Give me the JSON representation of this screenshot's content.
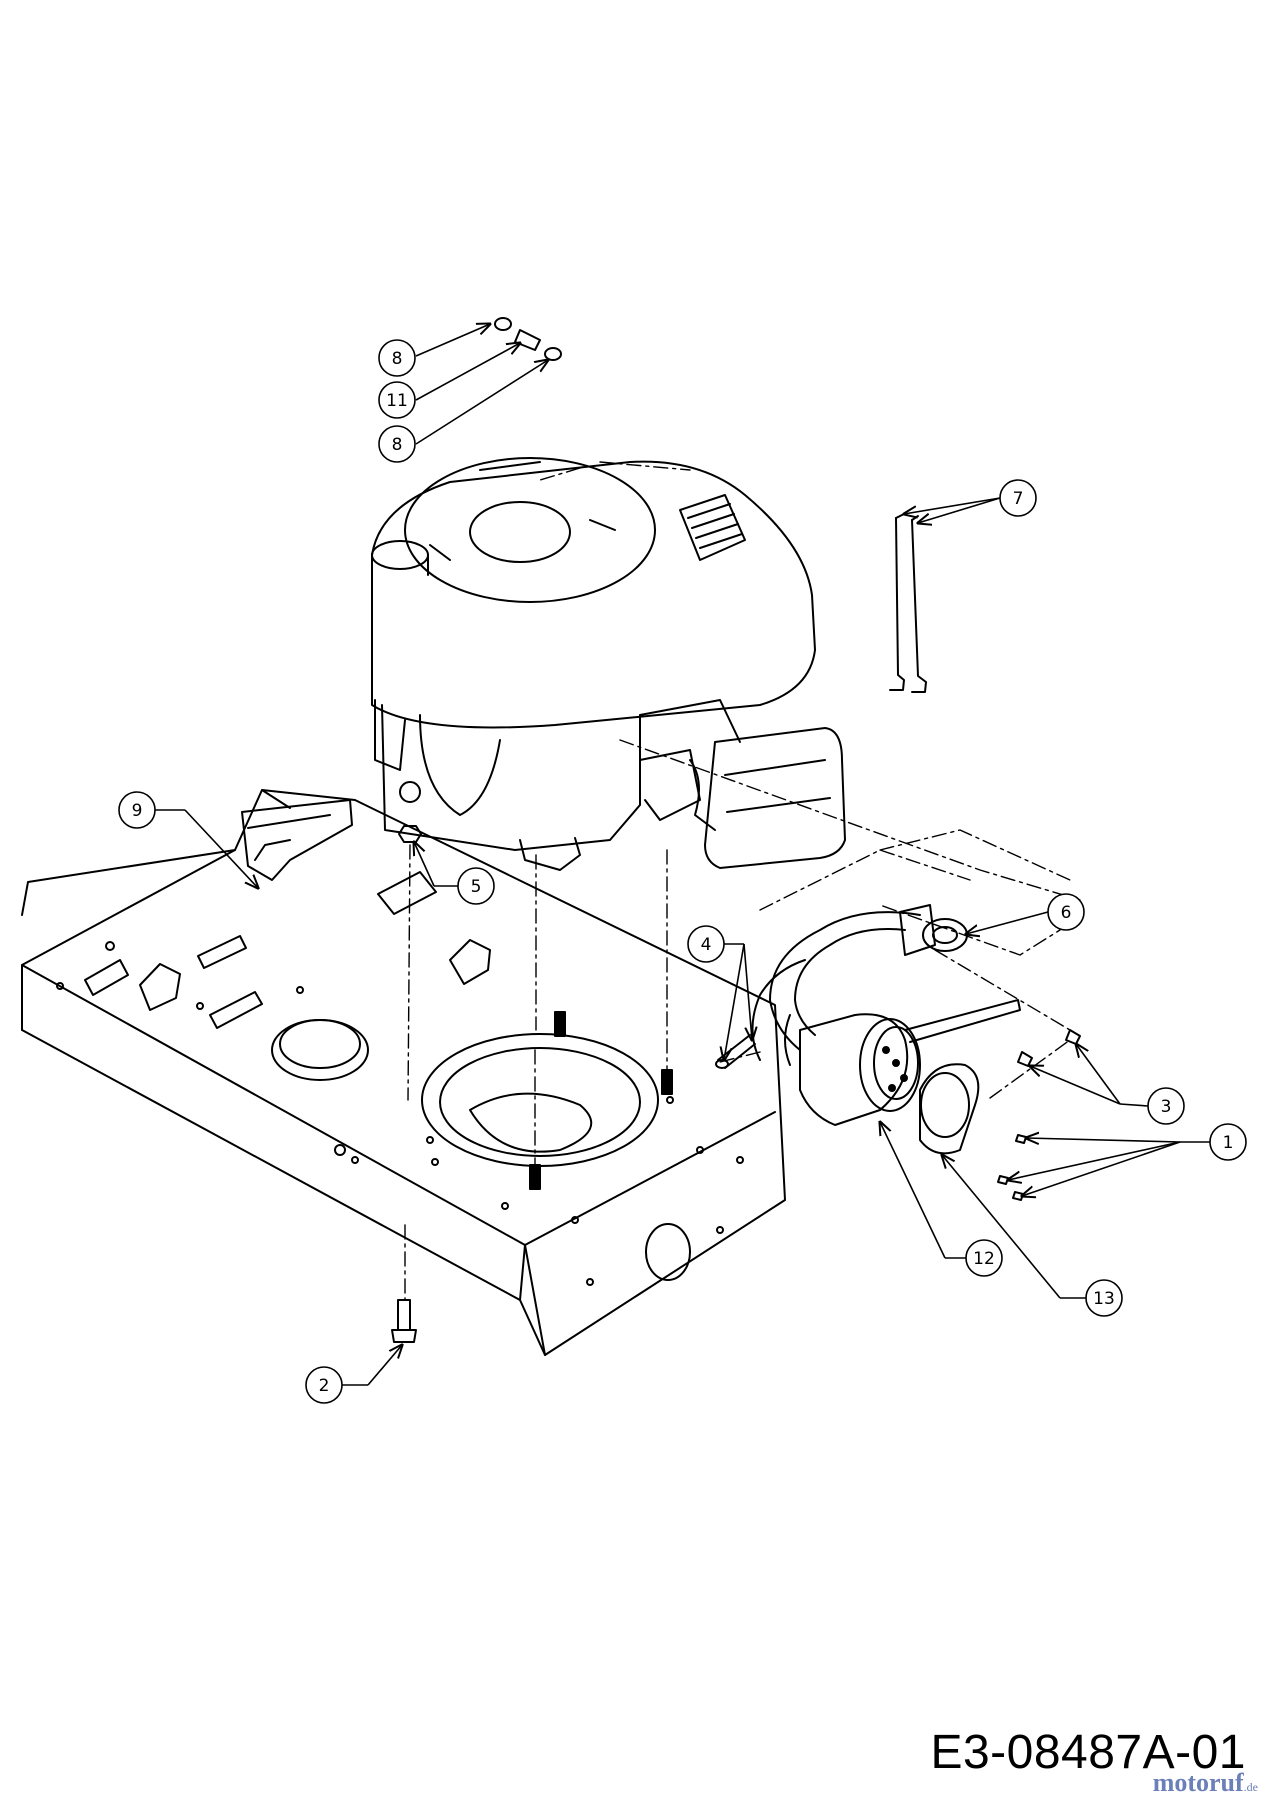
{
  "diagram": {
    "drawing_code": "E3-08487A-01",
    "watermark": {
      "main": "motoruf",
      "suffix": ".de",
      "color": "#6b7fb8"
    },
    "callouts": [
      {
        "id": "c8a",
        "label": "8"
      },
      {
        "id": "c11",
        "label": "11"
      },
      {
        "id": "c8b",
        "label": "8"
      },
      {
        "id": "c7",
        "label": "7"
      },
      {
        "id": "c9",
        "label": "9"
      },
      {
        "id": "c5",
        "label": "5"
      },
      {
        "id": "c6",
        "label": "6"
      },
      {
        "id": "c4",
        "label": "4"
      },
      {
        "id": "c3",
        "label": "3"
      },
      {
        "id": "c1",
        "label": "1"
      },
      {
        "id": "c12",
        "label": "12"
      },
      {
        "id": "c13",
        "label": "13"
      },
      {
        "id": "c2",
        "label": "2"
      }
    ]
  }
}
